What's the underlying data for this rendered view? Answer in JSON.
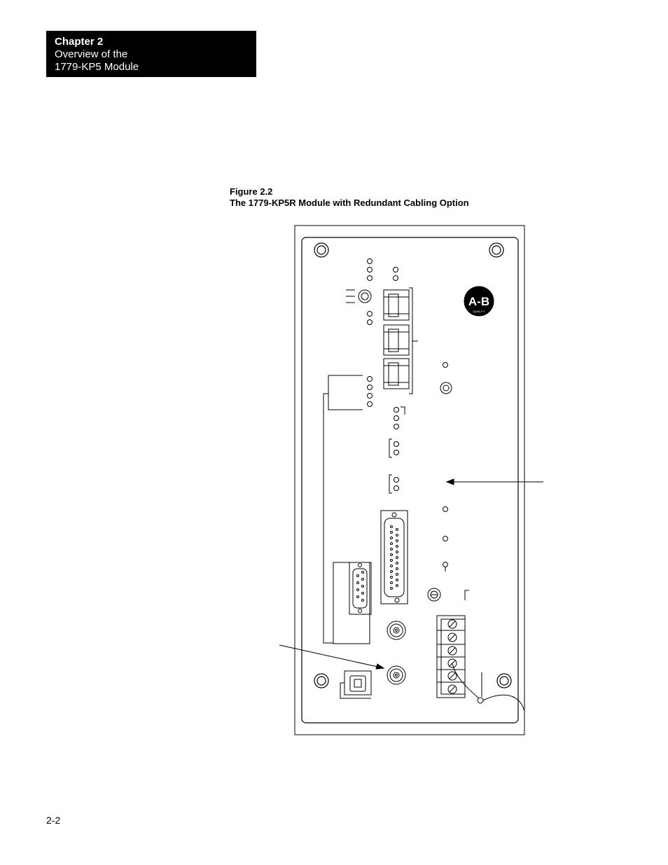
{
  "header": {
    "chapter_label": "Chapter 2",
    "section_line_1": "Overview of the",
    "section_line_2": "1779-KP5 Module"
  },
  "figure": {
    "number": "Figure 2.2",
    "caption": "The 1779-KP5R Module with Redundant Cabling Option",
    "logo_text": "A-B",
    "logo_subtext": "QUALITY"
  },
  "footer": {
    "page_number": "2-2"
  }
}
